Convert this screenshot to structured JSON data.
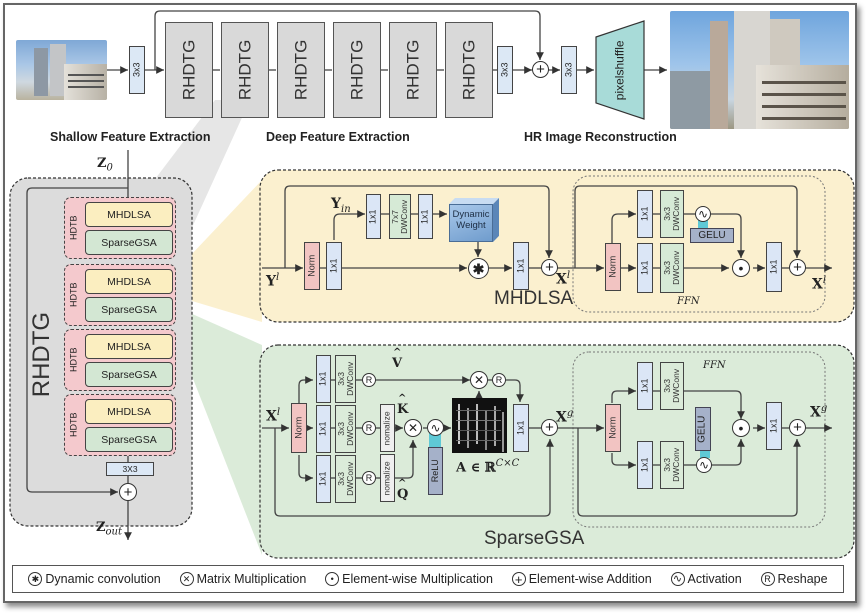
{
  "top": {
    "first_conv_label": "3x3",
    "rhdtg_blocks": [
      "RHDTG",
      "RHDTG",
      "RHDTG",
      "RHDTG",
      "RHDTG",
      "RHDTG"
    ],
    "last_conv_label": "3x3",
    "recon_conv_label": "3x3",
    "pixelshuffle_label": "pixelshuffle",
    "section_labels": {
      "shallow": "Shallow Feature Extraction",
      "deep": "Deep Feature Extraction",
      "recon": "HR Image Reconstruction"
    }
  },
  "rhdtg_detail": {
    "title": "RHDTG",
    "input_label": "Z",
    "input_sub": "0",
    "output_label": "Z",
    "output_sub": "out",
    "conv_label": "3X3",
    "blocks": [
      {
        "tag": "HDTB",
        "attn": "MHDLSA",
        "sparse": "SparseGSA"
      },
      {
        "tag": "HDTB",
        "attn": "MHDLSA",
        "sparse": "SparseGSA"
      },
      {
        "tag": "HDTB",
        "attn": "MHDLSA",
        "sparse": "SparseGSA"
      },
      {
        "tag": "HDTB",
        "attn": "MHDLSA",
        "sparse": "SparseGSA"
      }
    ]
  },
  "mhdlsa": {
    "title": "MHDLSA",
    "input_label": "Y",
    "input_sup": "l",
    "yin_label": "Y",
    "yin_sub": "in",
    "norm_label": "Norm",
    "conv1_label": "1x1",
    "branch_conv_a": "1x1",
    "dwconv_label": "7x7\nDWConv",
    "branch_conv_b": "1x1",
    "dynamic_weight_label": "Dynamic Weight",
    "out_conv_label": "1x1",
    "mid_label": "X",
    "mid_sup": "l",
    "ffn": {
      "title": "FFN",
      "norm_label": "Norm",
      "top_conv": "1x1",
      "top_dw": "3x3\nDWConv",
      "bottom_conv": "1x1",
      "bottom_dw": "3x3\nDWConv",
      "activation_label": "GELU",
      "out_conv": "1x1",
      "output_label": "X",
      "output_sup": "l"
    }
  },
  "sparsegsa": {
    "title": "SparseGSA",
    "input_label": "X",
    "input_sup": "l",
    "norm_label": "Norm",
    "v_conv": "1x1",
    "v_dw": "3x3\nDWConv",
    "k_conv": "1x1",
    "k_dw": "3x3\nDWConv",
    "q_conv": "1x1",
    "q_dw": "3x3\nDWConv",
    "k_norm": "nomalize",
    "q_norm": "nomalize",
    "v_label": "V",
    "k_label": "K",
    "q_label": "Q",
    "activation_label": "ReLU",
    "attention_label": "A ∈ ℝ",
    "attention_sup": "C×C",
    "out_conv": "1x1",
    "mid_label": "X",
    "mid_sup": "g",
    "reshape_symbol": "R",
    "ffn": {
      "title": "FFN",
      "norm_label": "Norm",
      "top_conv": "1x1",
      "top_dw": "3x3\nDWConv",
      "bottom_conv": "1x1",
      "bottom_dw": "3x3\nDWConv",
      "activation_label": "GELU",
      "out_conv": "1x1",
      "output_label": "X",
      "output_sup": "g"
    }
  },
  "legend": [
    {
      "icon": "dynamic-convolution-icon",
      "glyph": "✱",
      "label": "Dynamic convolution"
    },
    {
      "icon": "matrix-multiplication-icon",
      "glyph": "✕",
      "label": "Matrix Multiplication"
    },
    {
      "icon": "elementwise-multiplication-icon",
      "glyph": "•",
      "label": "Element-wise Multiplication"
    },
    {
      "icon": "elementwise-addition-icon",
      "glyph": "+",
      "label": "Element-wise Addition"
    },
    {
      "icon": "activation-icon",
      "glyph": "∿",
      "label": "Activation"
    },
    {
      "icon": "reshape-icon",
      "glyph": "R",
      "label": "Reshape"
    }
  ],
  "colors": {
    "rhdtg_gray": "#d9d9d9",
    "mhdlsa_bg": "#fbf0cf",
    "sparsegsa_bg": "#dbebd9",
    "norm_pink": "#f2c4c2",
    "conv_blue": "#dbe6f6",
    "dwconv_green": "#d6ead6",
    "pixelshuffle_teal": "#a8dbd8",
    "dynamic_weight_blue": "#8fb4dc"
  }
}
